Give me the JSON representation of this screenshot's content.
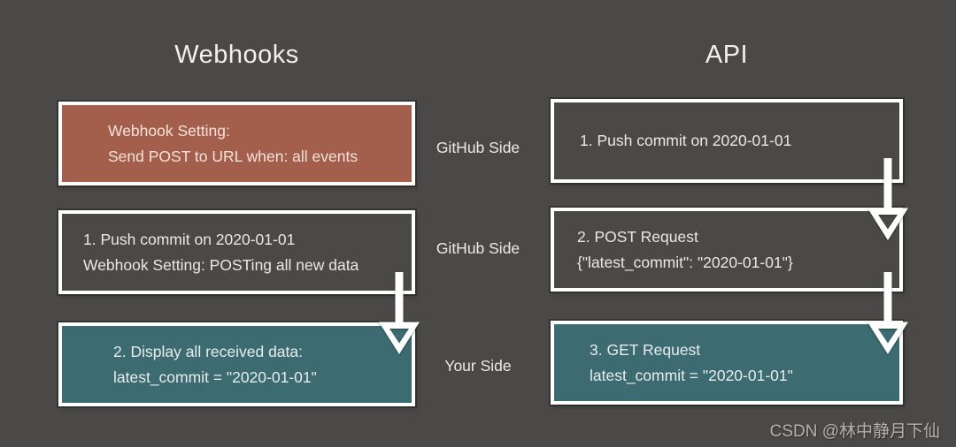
{
  "titles": {
    "left": "Webhooks",
    "right": "API"
  },
  "side_labels": {
    "row1": "GitHub Side",
    "row2": "GitHub Side",
    "row3": "Your Side"
  },
  "boxes": {
    "webhook_setting": {
      "lines": [
        "Webhook Setting:",
        "Send POST to URL when: all events"
      ]
    },
    "webhook_push": {
      "lines": [
        "1. Push commit on 2020-01-01",
        "Webhook Setting: POSTing all new data"
      ]
    },
    "webhook_display": {
      "lines": [
        "2. Display all received data:",
        "latest_commit = \"2020-01-01\""
      ]
    },
    "api_push": {
      "lines": [
        "1. Push commit on 2020-01-01"
      ]
    },
    "api_post": {
      "lines": [
        "2. POST Request",
        "{\"latest_commit\": \"2020-01-01\"}"
      ]
    },
    "api_get": {
      "lines": [
        "3. GET Request",
        "latest_commit = \"2020-01-01\""
      ]
    }
  },
  "colors": {
    "background": "#4a4947",
    "accent_brown": "#a35f4b",
    "accent_teal": "#3c6b72",
    "box_border": "#ffffff",
    "arrow": "#ffffff"
  },
  "watermark": "CSDN @林中静月下仙"
}
